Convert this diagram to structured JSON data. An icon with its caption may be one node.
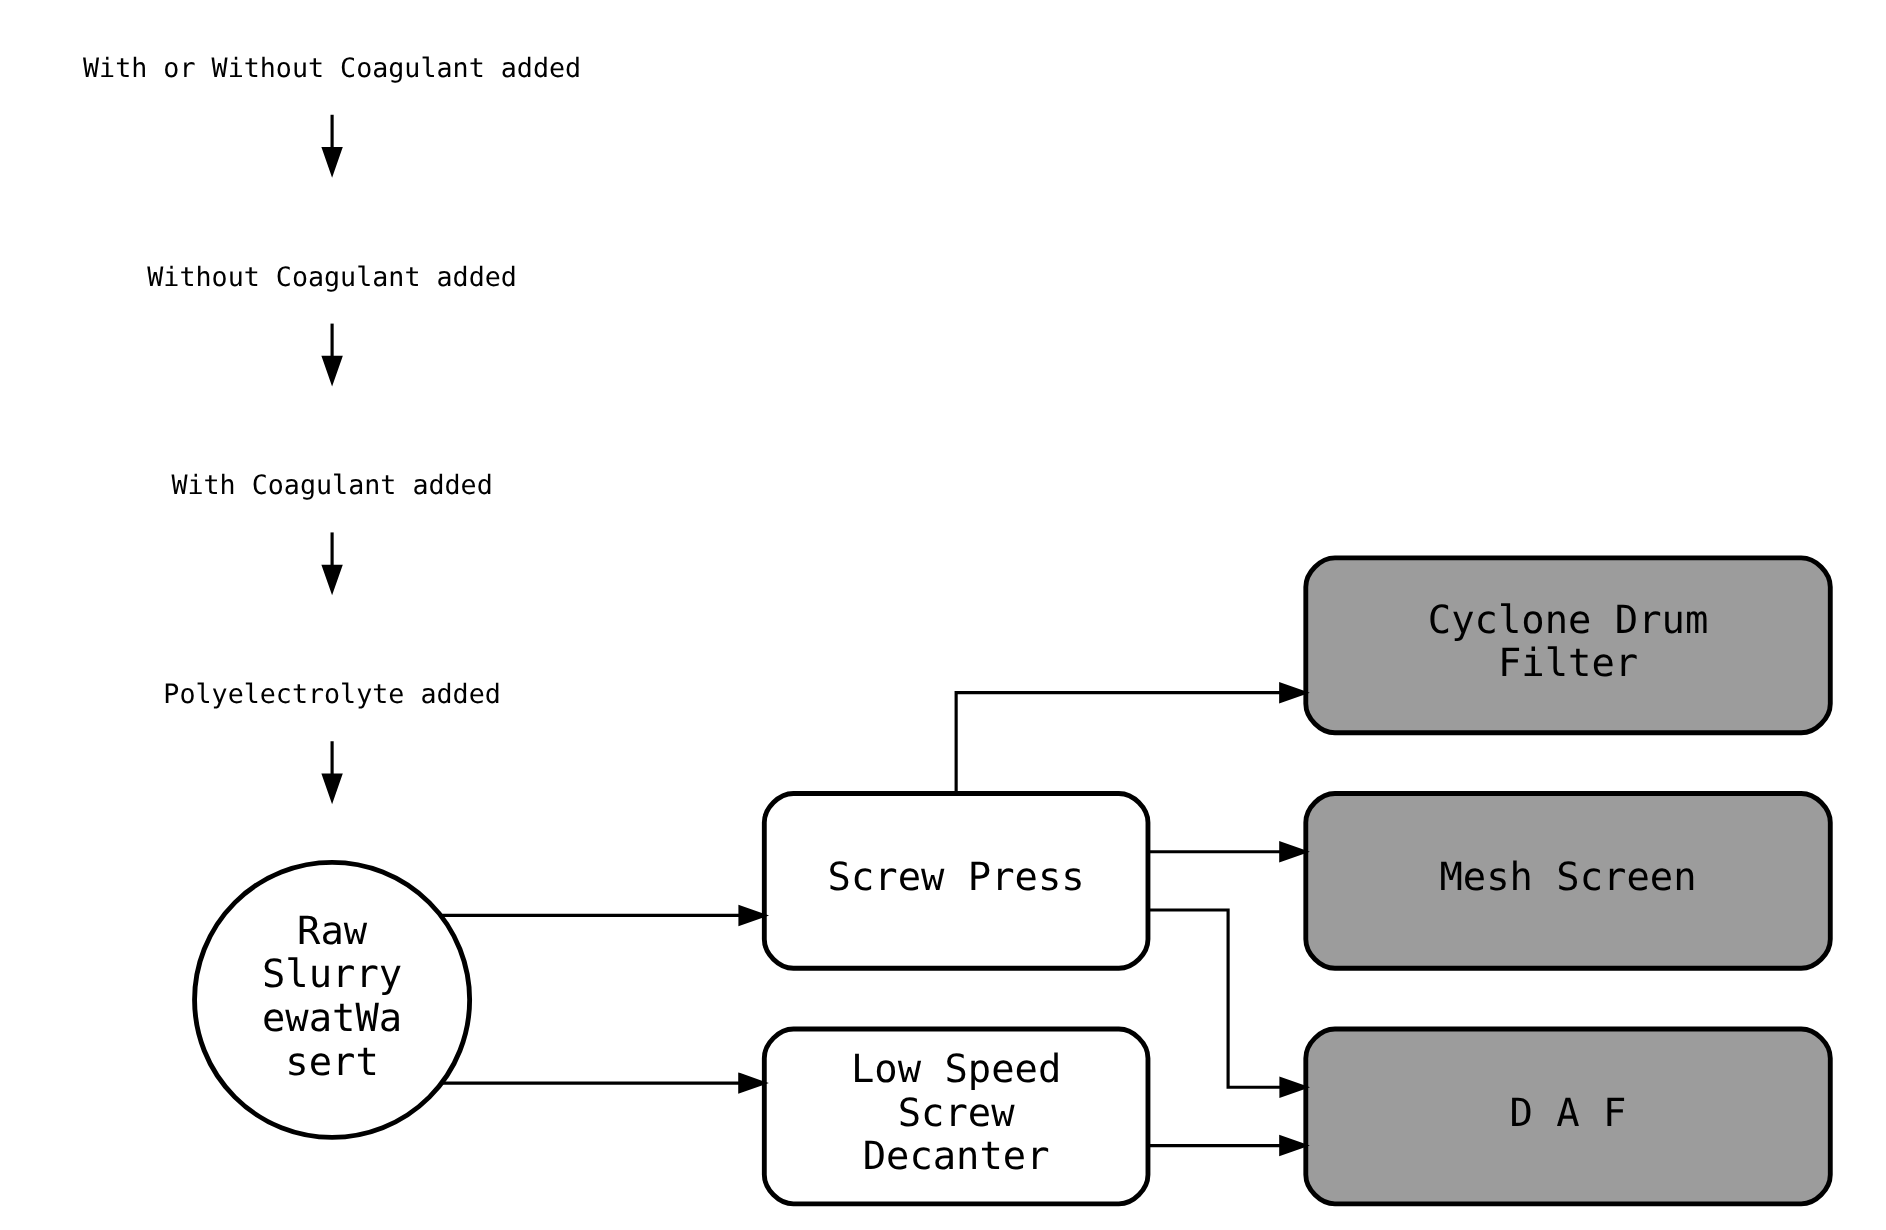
{
  "diagram": {
    "nodes": [
      {
        "text": [
          "Raw Slurry ewatWa sert"
        ]
      },
      {
        "text": [
          "Screw Press"
        ]
      },
      {
        "text": [
          "Low Speed Screw Decanter"
        ]
      },
      {
        "text": [
          "Cyclone Drum Filter"
        ]
      },
      {
        "text": [
          "Mesh Screen"
        ]
      },
      {
        "text": [
          "D A F"
        ]
      },
      {
        "text": [
          "Polyelectrolyte added"
        ]
      },
      {
        "text": [
          "With Coagulant added"
        ]
      },
      {
        "text": [
          "Without Coagulant added"
        ]
      },
      {
        "text": [
          "With or Without Coagulant added"
        ]
      }
    ],
    "edges": [
      {
        "from": 0,
        "to": 1,
        "arrow": "to"
      },
      {
        "from": 0,
        "to": 2,
        "arrow": "to"
      },
      {
        "from": 1,
        "to": 3,
        "arrow": "to"
      },
      {
        "from": 1,
        "to": 4,
        "arrow": "to"
      },
      {
        "from": 1,
        "to": 5,
        "arrow": "to"
      },
      {
        "from": 2,
        "to": 5,
        "arrow": "to"
      },
      {
        "from": 6,
        "to": null,
        "arrow": "to"
      },
      {
        "from": 7,
        "to": null,
        "arrow": "to"
      },
      {
        "from": 8,
        "to": null,
        "arrow": "to"
      },
      {
        "from": 9,
        "to": null,
        "arrow": "to"
      }
    ]
  }
}
